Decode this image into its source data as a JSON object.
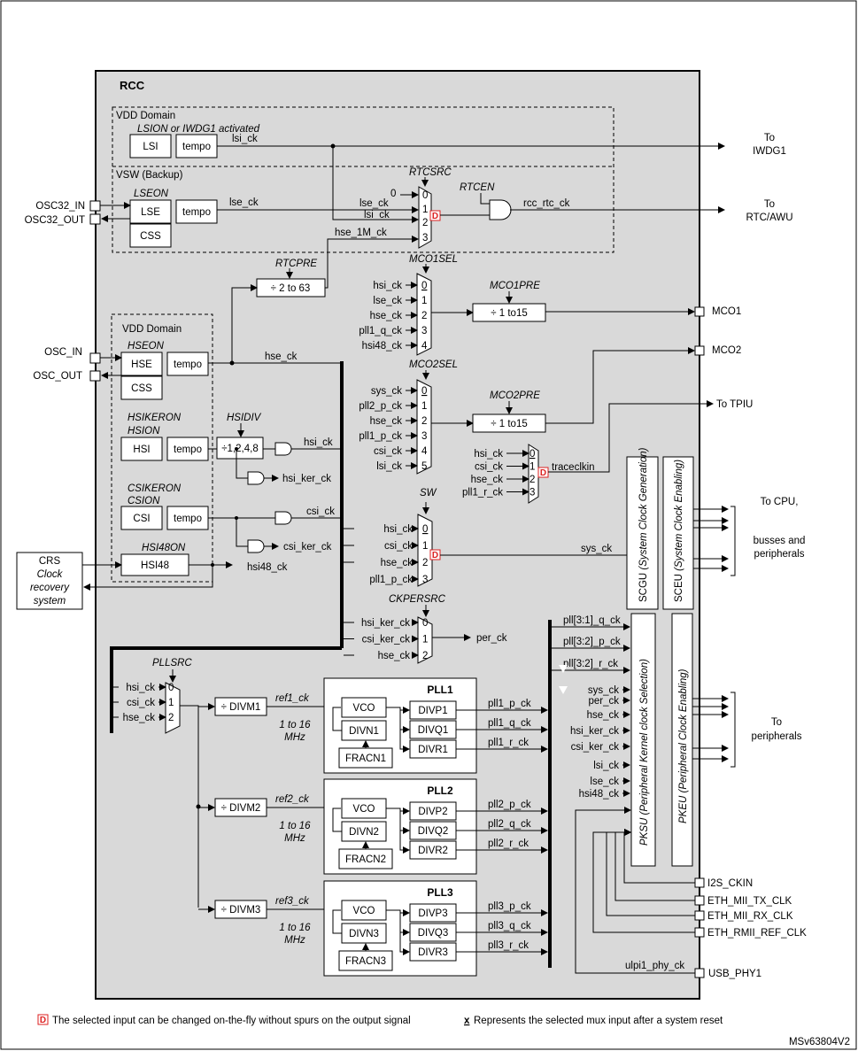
{
  "rcc_title": "RCC",
  "domains": {
    "vdd_top": "VDD Domain",
    "vsw": "VSW (Backup)",
    "vdd_mid": "VDD Domain"
  },
  "enables": {
    "lsion": "LSION or IWDG1 activated",
    "lseon": "LSEON",
    "hseon": "HSEON",
    "hsikeron": "HSIKERON",
    "hsion": "HSION",
    "hsidiv": "HSIDIV",
    "csikeron": "CSIKERON",
    "csion": "CSION",
    "hsi48on": "HSI48ON",
    "rtcsrc": "RTCSRC",
    "rtcen": "RTCEN",
    "rtcpre": "RTCPRE",
    "mco1sel": "MCO1SEL",
    "mco1pre": "MCO1PRE",
    "mco2sel": "MCO2SEL",
    "mco2pre": "MCO2PRE",
    "sw": "SW",
    "ckpersrc": "CKPERSRC",
    "pllsrc": "PLLSRC"
  },
  "blocks": {
    "lsi": "LSI",
    "lse": "LSE",
    "css": "CSS",
    "tempo": "tempo",
    "hse": "HSE",
    "hsi": "HSI",
    "csi": "CSI",
    "hsi48": "HSI48",
    "hsidiv": "÷1,2,4,8",
    "rtcpre_div": "÷ 2 to 63",
    "mco1_div": "÷ 1 to15",
    "mco2_div": "÷ 1 to15",
    "divm1": "÷ DIVM1",
    "divm2": "÷ DIVM2",
    "divm3": "÷ DIVM3",
    "vco": "VCO",
    "pll1": "PLL1",
    "pll2": "PLL2",
    "pll3": "PLL3",
    "divn1": "DIVN1",
    "divn2": "DIVN2",
    "divn3": "DIVN3",
    "fracn1": "FRACN1",
    "fracn2": "FRACN2",
    "fracn3": "FRACN3",
    "divp1": "DIVP1",
    "divq1": "DIVQ1",
    "divr1": "DIVR1",
    "divp2": "DIVP2",
    "divq2": "DIVQ2",
    "divr2": "DIVR2",
    "divp3": "DIVP3",
    "divq3": "DIVQ3",
    "divr3": "DIVR3",
    "scgu": "SCGU",
    "scgu_desc": "(System Clock Generation)",
    "sceu": "SCEU",
    "sceu_desc": "(System Clock Enabling)",
    "pksu": "PKSU (Peripheral Kernel clock Selection)",
    "pkeu": "PKEU (Peripheral Clock Enabling)"
  },
  "crs": [
    "CRS",
    "Clock",
    "recovery",
    "system"
  ],
  "pins": {
    "osc32_in": "OSC32_IN",
    "osc32_out": "OSC32_OUT",
    "osc_in": "OSC_IN",
    "osc_out": "OSC_OUT",
    "mco1": "MCO1",
    "mco2": "MCO2",
    "i2s": "I2S_CKIN",
    "eth_tx": "ETH_MII_TX_CLK",
    "eth_rx": "ETH_MII_RX_CLK",
    "eth_ref": "ETH_RMII_REF_CLK",
    "usb": "USB_PHY1"
  },
  "outputs": {
    "iwdg1": [
      "To",
      "IWDG1"
    ],
    "rtc": [
      "To",
      "RTC/AWU"
    ],
    "tpiu": "To TPIU",
    "cpu": [
      "To CPU,",
      "busses and",
      "peripherals"
    ],
    "periph": [
      "To",
      "peripherals"
    ]
  },
  "signals": {
    "lsi_ck": "lsi_ck",
    "lse_ck": "lse_ck",
    "hse_ck": "hse_ck",
    "hsi_ck": "hsi_ck",
    "hsi_ker_ck": "hsi_ker_ck",
    "csi_ck": "csi_ck",
    "csi_ker_ck": "csi_ker_ck",
    "hsi48_ck": "hsi48_ck",
    "hse_1m_ck": "hse_1M_ck",
    "rcc_rtc_ck": "rcc_rtc_ck",
    "tracedkin": "traceclkin",
    "sys_ck": "sys_ck",
    "per_ck": "per_ck",
    "ref1_ck": "ref1_ck",
    "ref2_ck": "ref2_ck",
    "ref3_ck": "ref3_ck",
    "range": [
      "1 to 16",
      "MHz"
    ],
    "ulpi": "ulpi1_phy_ck"
  },
  "mux_inputs": {
    "rtcsrc": [
      "0",
      "lse_ck",
      "lsi_ck",
      ""
    ],
    "mco1": [
      "hsi_ck",
      "lse_ck",
      "hse_ck",
      "pll1_q_ck",
      "hsi48_ck"
    ],
    "mco2": [
      "sys_ck",
      "pll2_p_ck",
      "hse_ck",
      "pll1_p_ck",
      "csi_ck",
      "lsi_ck"
    ],
    "trace": [
      "hsi_ck",
      "csi_ck",
      "hse_ck",
      "pll1_r_ck"
    ],
    "sw": [
      "hsi_ck",
      "csi_ck",
      "hse_ck",
      "pll1_p_ck"
    ],
    "ckper": [
      "hsi_ker_ck",
      "csi_ker_ck",
      "hse_ck"
    ],
    "pllsrc": [
      "hsi_ck",
      "csi_ck",
      "hse_ck"
    ]
  },
  "pll_outputs": {
    "pll1": [
      "pll1_p_ck",
      "pll1_q_ck",
      "pll1_r_ck"
    ],
    "pll2": [
      "pll2_p_ck",
      "pll2_q_ck",
      "pll2_r_ck"
    ],
    "pll3": [
      "pll3_p_ck",
      "pll3_q_ck",
      "pll3_r_ck"
    ]
  },
  "pksu_inputs": [
    "pll[3:1]_q_ck",
    "pll[3:2]_p_ck",
    "pll[3:2]_r_ck",
    "sys_ck",
    "per_ck",
    "hse_ck",
    "hsi_ker_ck",
    "csi_ker_ck",
    "lsi_ck",
    "lse_ck",
    "hsi48_ck"
  ],
  "footer": {
    "d_note": "The selected input can be changed on-the-fly without spurs on the output signal",
    "x_mark": "x",
    "x_note": "Represents the selected mux input after a system reset",
    "ref": "MSv63804V2"
  }
}
